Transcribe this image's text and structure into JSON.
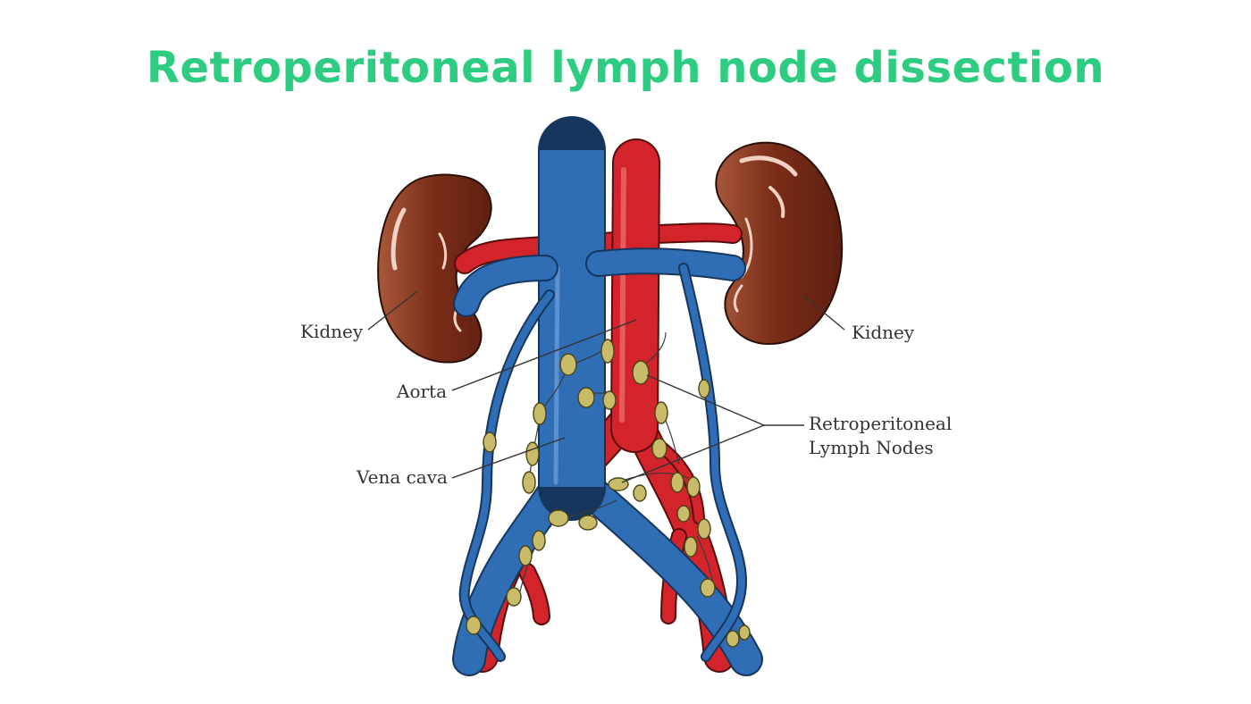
{
  "title": "Retroperitoneal lymph node dissection",
  "labels": {
    "kidney_left": "Kidney",
    "kidney_right": "Kidney",
    "aorta": "Aorta",
    "vena_cava": "Vena cava",
    "nodes_line1": "Retroperitoneal",
    "nodes_line2": "Lymph Nodes"
  },
  "colors": {
    "title": "#2ecc80",
    "vein": "#2f6db4",
    "artery": "#d2242a",
    "kidney": "#7a2d18",
    "lymph_node": "#c8bc6a"
  }
}
